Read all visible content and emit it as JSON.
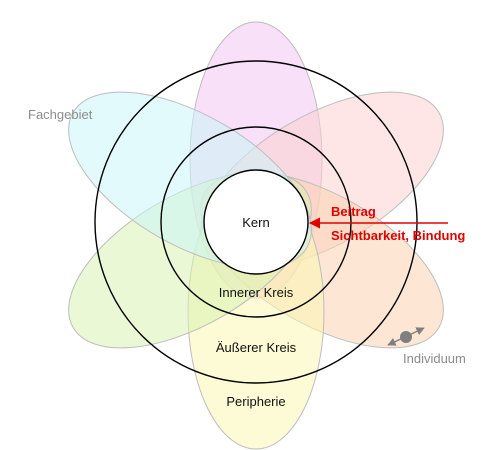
{
  "labels": {
    "kern": "Kern",
    "innerer_kreis": "Innerer Kreis",
    "aeusserer_kreis": "Äußerer Kreis",
    "peripherie": "Peripherie",
    "fachgebiet": "Fachgebiet",
    "individuum": "Individuum",
    "beitrag": "Beitrag",
    "sichtbarkeit_bindung": "Sichtbarkeit, Bindung"
  },
  "colors": {
    "petal_top": "#f2c6f2",
    "petal_top_right": "#fcd1d0",
    "petal_bottom_right": "#fbd3b0",
    "petal_bottom": "#fbf7b3",
    "petal_bottom_left": "#d9f3b3",
    "petal_top_left": "#cbf6f8",
    "accent_arrow": "#e00000",
    "individual_marker": "#7f7f7f",
    "outline": "#000000",
    "muted_text": "#8c8c8c"
  }
}
